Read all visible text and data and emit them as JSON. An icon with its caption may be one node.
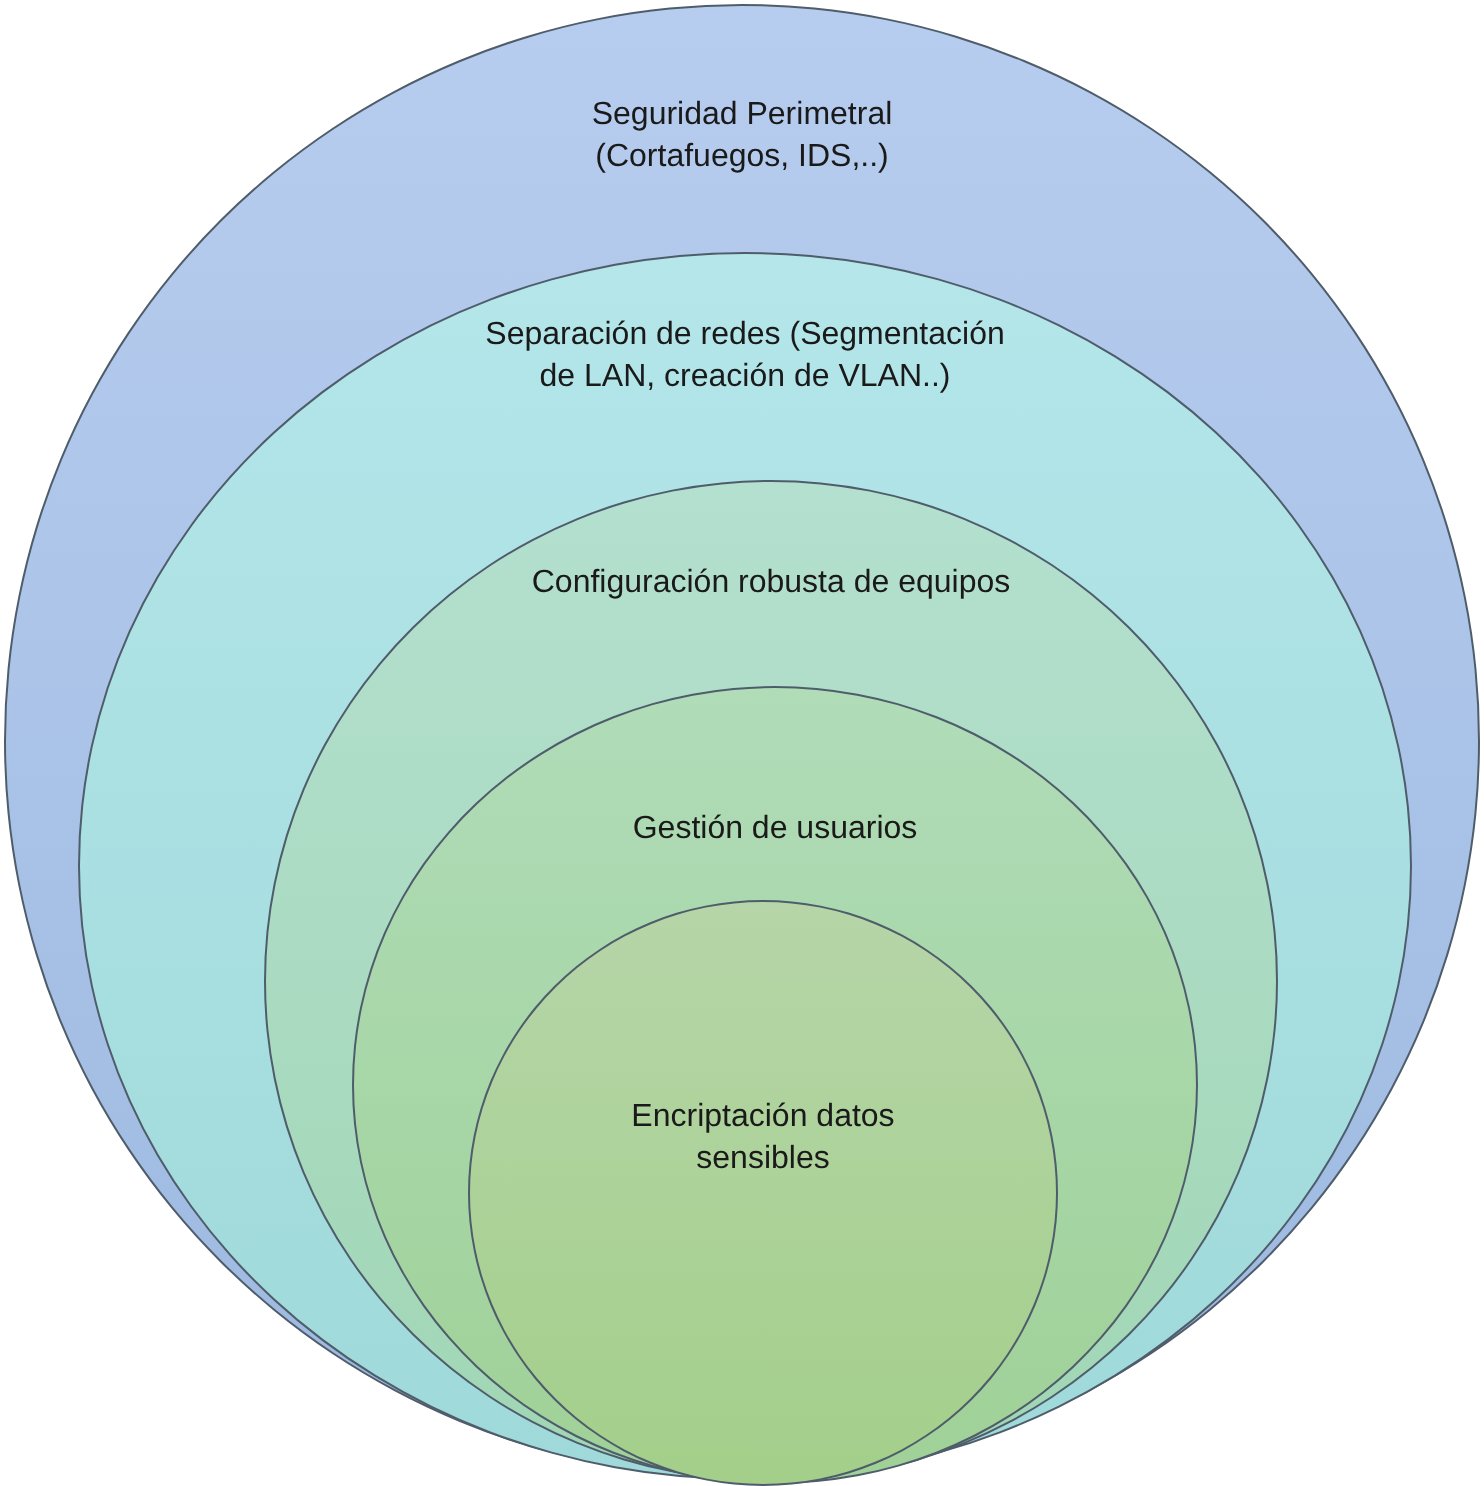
{
  "diagram": {
    "nodes": [
      {
        "text": [
          "Seguridad Perimetral (Cortafuegos, IDS,..)"
        ]
      },
      {
        "text": [
          "Separación de redes (Segmentación de LAN, creación de VLAN..)"
        ],
        "in": 0
      },
      {
        "text": [
          "Configuración robusta de equipos"
        ],
        "in": 1
      },
      {
        "text": [
          "Gestión de usuarios"
        ],
        "in": 2
      },
      {
        "text": [
          "Encriptación datos sensibles"
        ],
        "in": 3
      }
    ]
  }
}
